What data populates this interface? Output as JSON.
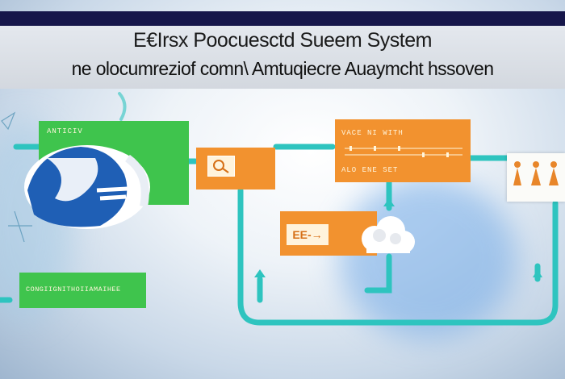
{
  "header": {
    "title_line1": "E€Irsx Poocuesctd Sueem System",
    "title_line2": "ne olocumreziof comn\\ Amtuqiecre Auaymcht hssoven"
  },
  "boxes": {
    "left_green_top": "ANTICIV",
    "left_green_bottom": "CONGIIGNITHOIIAMAIHEE",
    "orange_right_top": "VACE  NI  WITH",
    "orange_right_bottom": "ALO ENE SET",
    "orange_mid_label": "EE-→"
  },
  "colors": {
    "teal": "#2ec4bf",
    "green": "#3fc44d",
    "orange": "#f2922f",
    "navy": "#16164a",
    "blue_icon": "#1f5fb5"
  },
  "icons": [
    "globe-icon",
    "magnifier-icon",
    "cloud-icon",
    "people-icon",
    "arrow-icon"
  ]
}
